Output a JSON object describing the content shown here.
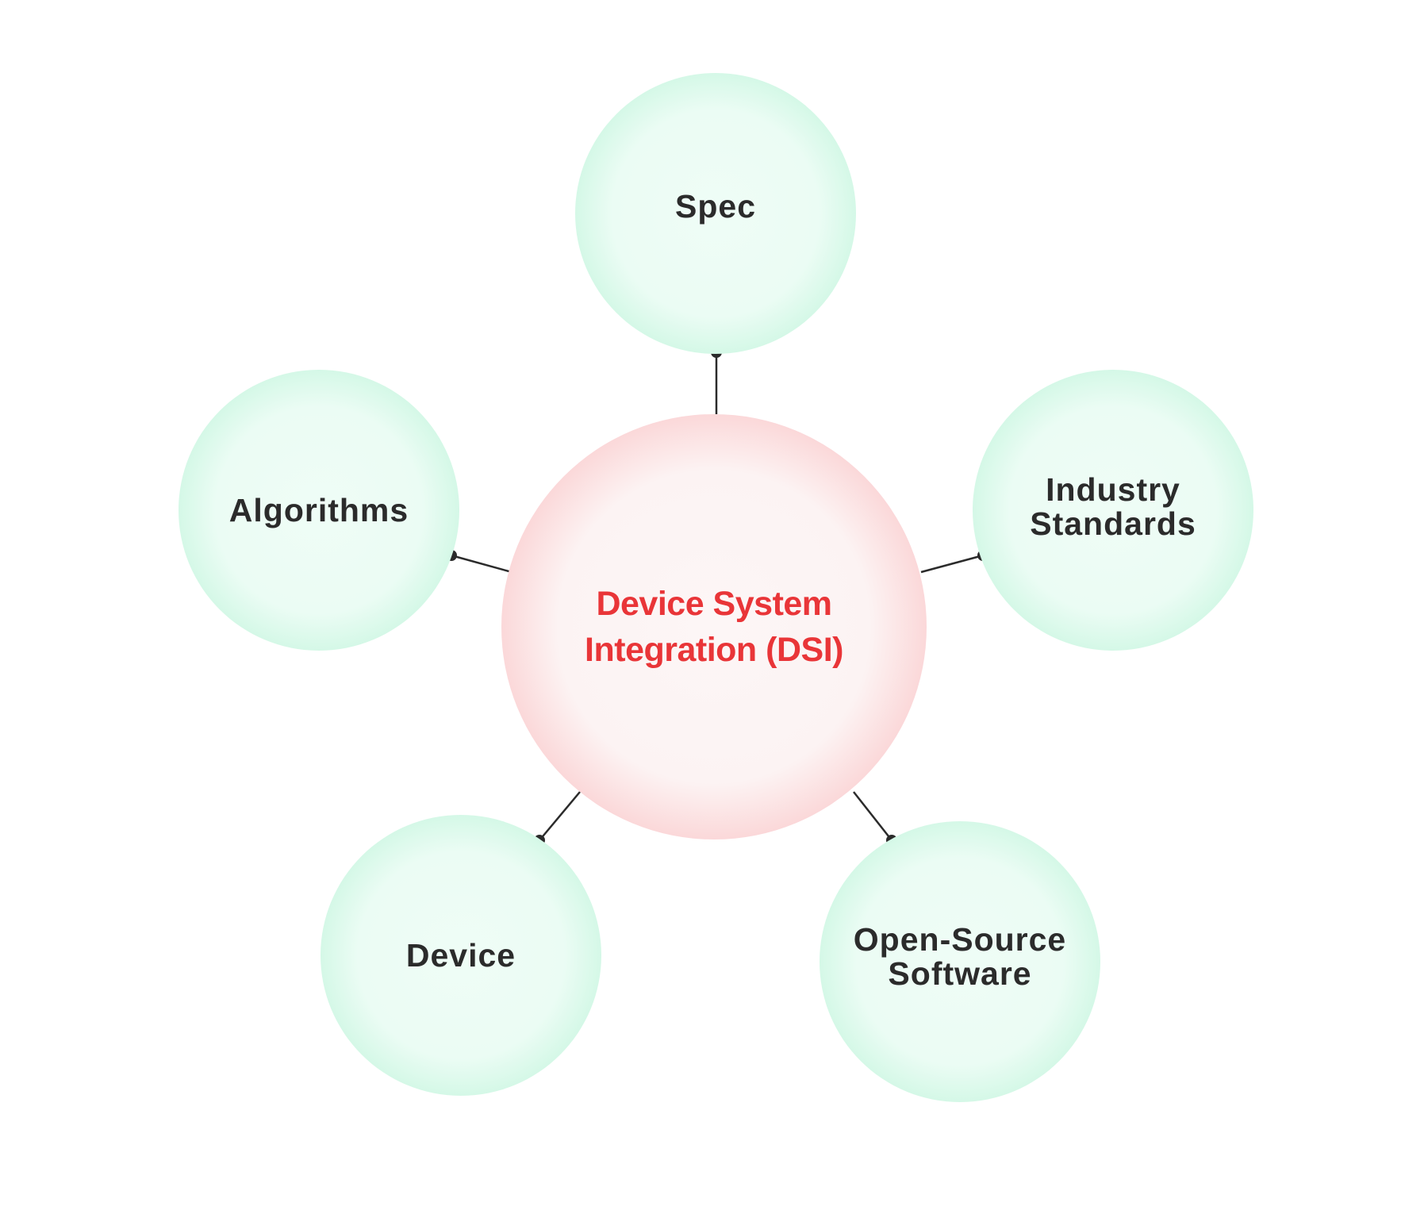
{
  "center": {
    "title_line1": "Device System",
    "title_line2": "Integration (DSI)"
  },
  "satellites": [
    {
      "id": "spec",
      "lines": [
        "Spec"
      ]
    },
    {
      "id": "industry",
      "lines": [
        "Industry",
        "Standards"
      ]
    },
    {
      "id": "open-source",
      "lines": [
        "Open-Source",
        "Software"
      ]
    },
    {
      "id": "device",
      "lines": [
        "Device"
      ]
    },
    {
      "id": "algorithms",
      "lines": [
        "Algorithms"
      ]
    }
  ],
  "colors": {
    "hub_text": "#e93538",
    "satellite_text": "#2b2b2b",
    "satellite_fill": "#b4f2d6",
    "hub_fill": "#f5b2b4",
    "connector": "#2b2b2b"
  }
}
